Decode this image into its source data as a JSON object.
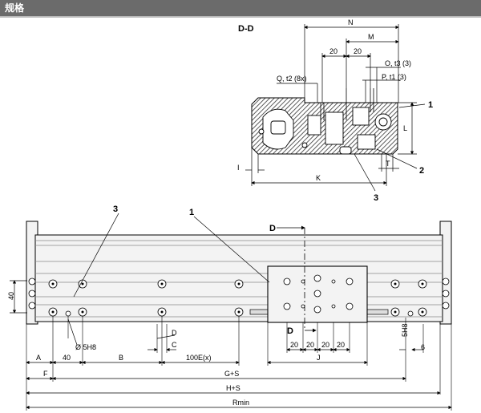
{
  "header": {
    "title": "规格"
  },
  "section": {
    "view_label": "D-D",
    "cut_label": "D"
  },
  "section_dims": {
    "N": "N",
    "M": "M",
    "twenty_a": "20",
    "twenty_b": "20",
    "Q": "Q, t2 (8x)",
    "O": "O, t3 (3)",
    "P": "P, t1 (3)",
    "L": "L",
    "I": "I",
    "T": "T",
    "K": "K"
  },
  "callouts": {
    "c1": "1",
    "c2": "2",
    "c3": "3"
  },
  "main_dims": {
    "forty_v": "40",
    "A": "A",
    "forty_h": "40",
    "B": "B",
    "hundredE": "100E(x)",
    "C": "C",
    "D": "D",
    "dia": "Ø 5H8",
    "F": "F",
    "GS": "G+S",
    "HS": "H+S",
    "Rmin": "Rmin",
    "J": "J",
    "five_h8": "5H8",
    "six": "6",
    "carriage_20s": [
      "20",
      "20",
      "20",
      "20"
    ]
  },
  "colors": {
    "header_bg": "#6b6b6b",
    "rail_fill": "#f3f3f3",
    "hatch": "#222222"
  }
}
